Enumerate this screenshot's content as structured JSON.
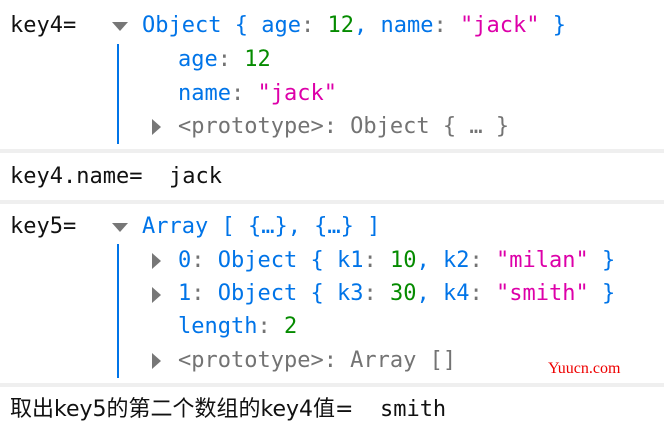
{
  "colors": {
    "key": "#0074e8",
    "number": "#058b00",
    "string": "#dd00a9",
    "proto": "#737373"
  },
  "entries": [
    {
      "label": "key4=",
      "summary": {
        "type": "Object",
        "open": "{ ",
        "k1": "age",
        "v1": "12",
        "k2": "name",
        "v2": "\"jack\"",
        "close": " }"
      },
      "props": [
        {
          "key": "age",
          "value": "12"
        },
        {
          "key": "name",
          "value": "\"jack\""
        }
      ],
      "proto": "<prototype>: Object { … }"
    },
    {
      "label": "key4.name=",
      "value": "jack"
    },
    {
      "label": "key5=",
      "summary": "Array [ {…}, {…} ]",
      "items": [
        {
          "idx": "0",
          "type": "Object",
          "k1": "k1",
          "v1": "10",
          "k2": "k2",
          "v2": "\"milan\""
        },
        {
          "idx": "1",
          "type": "Object",
          "k1": "k3",
          "v1": "30",
          "k2": "k4",
          "v2": "\"smith\""
        }
      ],
      "length_key": "length",
      "length_value": "2",
      "proto": "<prototype>: Array []"
    },
    {
      "label": "取出key5的第二个数组的key4值=",
      "value": "smith"
    }
  ],
  "watermark": "Yuucn.com"
}
